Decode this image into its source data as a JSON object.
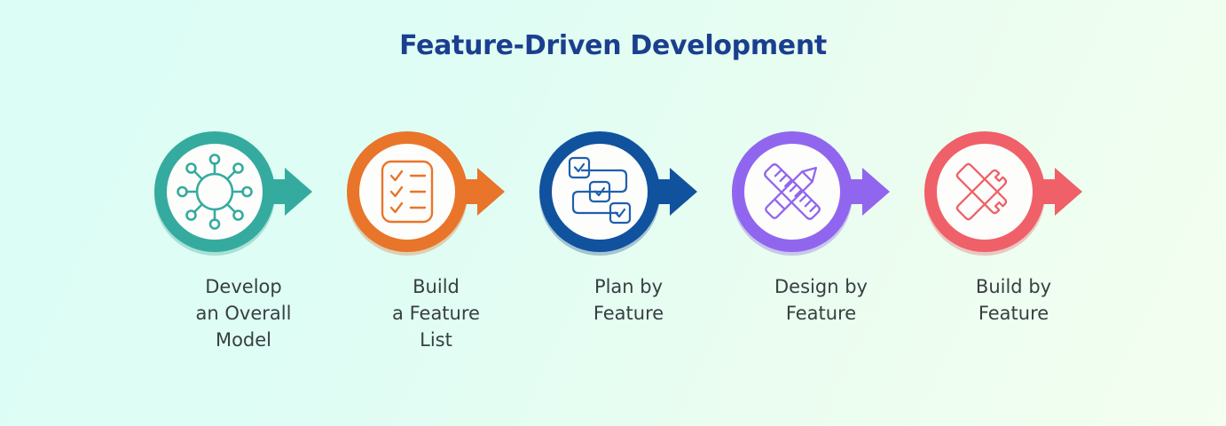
{
  "header": {
    "title": "Feature-Driven Development",
    "title_color": "#1b3f8f"
  },
  "background": {
    "from": "#dbfdf6",
    "to": "#f3fff0"
  },
  "steps": [
    {
      "index": "1",
      "label": "Develop\nan Overall\nModel",
      "icon": "network-hub-icon",
      "color": "#35ab9f",
      "arrow_color": "#35ab9f",
      "has_arrow": true
    },
    {
      "index": "2",
      "label": "Build\na Feature\nList",
      "icon": "checklist-icon",
      "color": "#e8752a",
      "arrow_color": "#e8752a",
      "has_arrow": true
    },
    {
      "index": "3",
      "label": "Plan by\nFeature",
      "icon": "flowchart-checkbox-icon",
      "color": "#10529e",
      "arrow_color": "#10529e",
      "has_arrow": true
    },
    {
      "index": "4",
      "label": "Design by\nFeature",
      "icon": "ruler-pencil-icon",
      "color": "#9166ef",
      "arrow_color": "#9166ef",
      "has_arrow": true
    },
    {
      "index": "5",
      "label": "Build by\nFeature",
      "icon": "crossed-wrenches-icon",
      "color": "#f06068",
      "arrow_color": "#f06068",
      "has_arrow": true
    }
  ]
}
